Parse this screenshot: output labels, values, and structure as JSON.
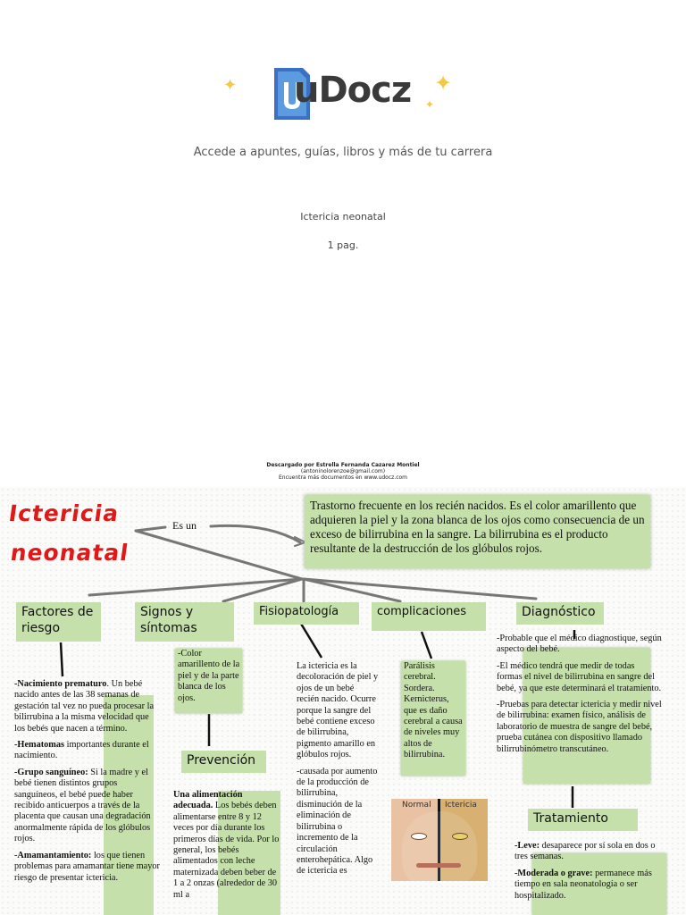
{
  "header": {
    "brand": "uDocz",
    "tagline": "Accede a apuntes, guías, libros y más de tu carrera",
    "doc_title": "Ictericia neonatal",
    "pages": "1 pag.",
    "download_line1": "Descargado por Estrella Fernanda  Cazarez Montiel",
    "download_line2": "(antoninolorenzoe@gmail.com)",
    "download_line3": "Encuentra más documentos en www.udocz.com"
  },
  "map": {
    "title_line1": "Ictericia",
    "title_line2": "neonatal",
    "connector": "Es un",
    "definition": "Trastorno frecuente en los recién nacidos. Es el color amarillento que adquieren la piel y la zona blanca de los ojos como consecuencia de un exceso de bilirrubina en la sangre. La bilirrubina es el producto resultante de la destrucción de los glóbulos rojos.",
    "labels": {
      "factores": "Factores de riesgo",
      "signos": "Signos y síntomas",
      "fisio": "Fisiopatología",
      "complicaciones": "complicaciones",
      "diagnostico": "Diagnóstico",
      "prevencion": "Prevención",
      "tratamiento": "Tratamiento"
    },
    "factores": {
      "p1_bold": "-Nacimiento prematuro",
      "p1": ". Un bebé nacido antes de las 38 semanas de gestación tal vez no pueda procesar la bilirrubina a la misma velocidad que los bebés que nacen a término.",
      "p2_bold": "-Hematomas",
      "p2": " importantes durante el nacimiento.",
      "p3_bold": "-Grupo sanguíneo:",
      "p3": "  Si la madre y el bebé tienen distintos grupos sanguíneos, el bebé puede haber recibido anticuerpos a través de la placenta que causan una degradación anormalmente rápida de los glóbulos rojos.",
      "p4_bold": "-Amamantamiento:",
      "p4": " los que tienen problemas para amamantar tiene mayor riesgo de presentar ictericia."
    },
    "signos": "-Color amarillento de la piel y de la parte blanca de los ojos.",
    "prevencion": {
      "bold": "Una alimentación adecuada.",
      "text": " Los bebés deben alimentarse entre 8 y 12 veces por día durante los primeros días de vida. Por lo general, los bebés alimentados con leche maternizada deben beber de 1 a 2 onzas (alrededor de 30 ml a"
    },
    "fisio": {
      "p1": "La ictericia es la decoloración de piel y ojos de un bebé recién nacido. Ocurre porque la sangre del bebé contiene exceso de bilirrubina, pigmento amarillo en glóbulos rojos.",
      "p2": "-causada por aumento de la producción de bilirrubina, disminución de la eliminación de bilirrubina o incremento de la circulación enterohepática. Algo de ictericia es"
    },
    "complicaciones": "Parálisis cerebral. Sordera. Kernicterus, que es daño cerebral a causa de niveles muy altos de bilirrubina.",
    "image_labels": {
      "normal": "Normal",
      "icteric": "Ictericia"
    },
    "diagnostico": {
      "p1": "-Probable que el médico diagnostique, según aspecto del bebé.",
      "p2": "-El médico tendrá que medir de todas formas el nivel de bilirrubina en sangre del bebé, ya que este determinará el tratamiento.",
      "p3": "-Pruebas para detectar ictericia y medir nivel de bilirrubina: examen físico, análisis de laboratorio de muestra de sangre del bebé, prueba cutánea con dispositivo llamado bilirrubinómetro transcutáneo."
    },
    "tratamiento": {
      "p1_bold": "-Leve:",
      "p1": " desaparece por sí sola en dos o tres semanas.",
      "p2_bold": "-Moderada o grave:",
      "p2": " permanece más tiempo en sala neonatología o ser hospitalizado."
    }
  },
  "colors": {
    "accent_green": "#c6e0ac",
    "title_red": "#e01818",
    "brand_blue": "#4a90d9"
  }
}
